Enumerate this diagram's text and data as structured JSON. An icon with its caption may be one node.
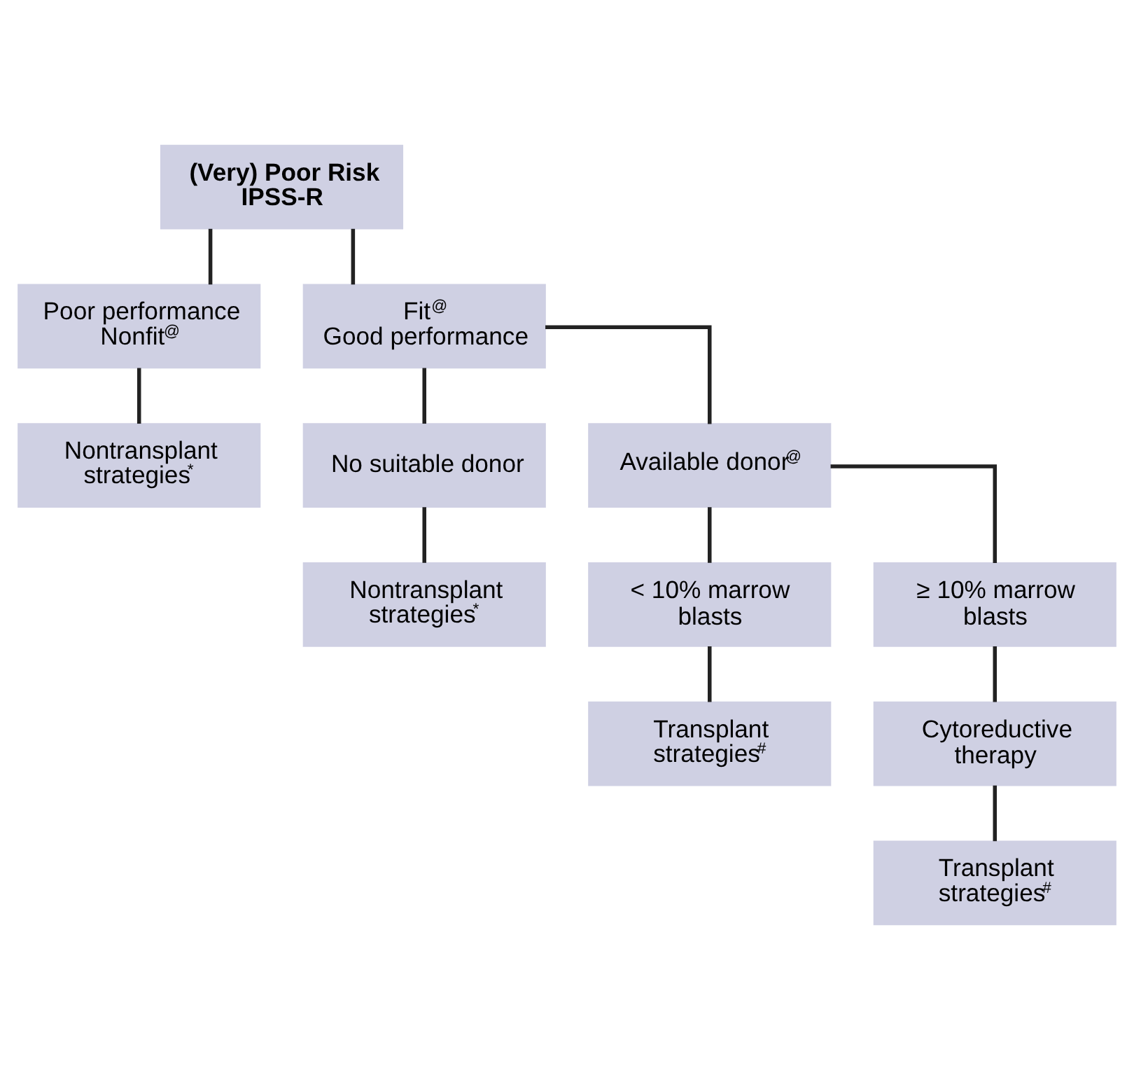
{
  "diagram": {
    "nodes": [
      {
        "text": [
          "(Very) Poor Risk IPSS-R"
        ]
      },
      {
        "text": [
          "Poor performance Nonfit$^{@}$"
        ]
      },
      {
        "text": [
          "Fit$^{@}$ Good performance"
        ]
      },
      {
        "text": [
          "Nontransplant strategies$^{*}$"
        ]
      },
      {
        "text": [
          "No suitable donor"
        ]
      },
      {
        "text": [
          "Available donor$^{@}$"
        ]
      },
      {
        "text": [
          "Nontransplant strategies$^{*}$"
        ]
      },
      {
        "text": [
          "< 10% marrow blasts"
        ]
      },
      {
        "text": [
          "≥ 10% marrow blasts"
        ]
      },
      {
        "text": [
          "Transplant strategies$^{#}$"
        ]
      },
      {
        "text": [
          "Cytoreductive therapy"
        ]
      },
      {
        "text": [
          "Transplant strategies$^{#}$"
        ]
      }
    ],
    "edges": [
      {
        "from": 0,
        "to": 1,
        "arrow": "none"
      },
      {
        "from": 0,
        "to": 2,
        "arrow": "none"
      },
      {
        "from": 1,
        "to": 3,
        "arrow": "none"
      },
      {
        "from": 2,
        "to": 4,
        "arrow": "none"
      },
      {
        "from": 2,
        "to": 5,
        "arrow": "none"
      },
      {
        "from": 4,
        "to": 6,
        "arrow": "none"
      },
      {
        "from": 5,
        "to": 7,
        "arrow": "none"
      },
      {
        "from": 5,
        "to": 8,
        "arrow": "none"
      },
      {
        "from": 7,
        "to": 9,
        "arrow": "none"
      },
      {
        "from": 8,
        "to": 10,
        "arrow": "none"
      },
      {
        "from": 10,
        "to": 11,
        "arrow": "none"
      }
    ]
  }
}
